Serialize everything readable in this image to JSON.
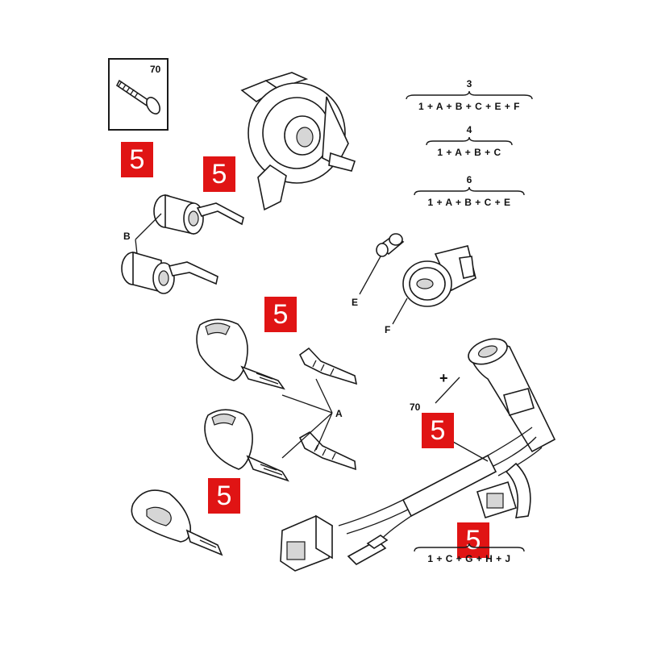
{
  "screw_box": {
    "ref": "70"
  },
  "badges": {
    "b1": "5",
    "b2": "5",
    "b3": "5",
    "b4": "5",
    "b5": "5",
    "b6": "5"
  },
  "formulas": [
    {
      "top": "3",
      "bottom": "1 + A + B + C + E + F"
    },
    {
      "top": "4",
      "bottom": "1 + A + B + C"
    },
    {
      "top": "6",
      "bottom": "1 + A + B + C + E"
    },
    {
      "top": "",
      "bottom": "1 + C + G + H + J"
    }
  ],
  "callouts": {
    "B": "B",
    "E": "E",
    "F": "F",
    "A": "A",
    "ref70": "70",
    "plus": "+"
  }
}
